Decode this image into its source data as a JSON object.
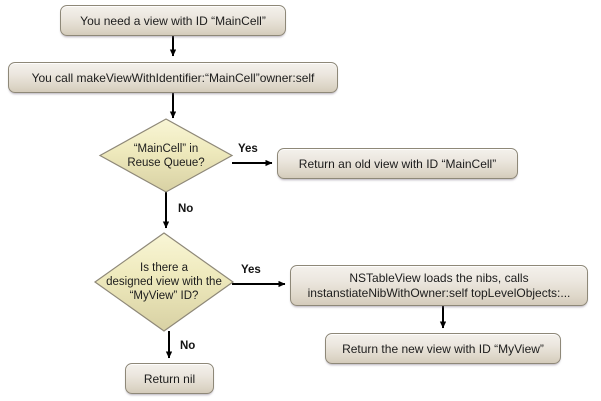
{
  "diagram": {
    "title": "NSTableView makeViewWithIdentifier flow",
    "background_color": "#ffffff",
    "process_fill_top": "#f4f1ec",
    "process_fill_bottom": "#d4cbbb",
    "process_border": "#8e8878",
    "decision_fill_top": "#f7f4cf",
    "decision_fill_bottom": "#d9d2a6",
    "decision_border": "#8e8878",
    "edge_color": "#000000"
  },
  "nodes": {
    "need_view": {
      "label": "You need a view with ID “MainCell”",
      "type": "process"
    },
    "call_make_view": {
      "label": "You call makeViewWithIdentifier:“MainCell”owner:self",
      "type": "process"
    },
    "reuse_queue_decision": {
      "label": "“MainCell” in\nReuse Queue?",
      "type": "decision"
    },
    "return_old_view": {
      "label": "Return an old view with ID “MainCell”",
      "type": "process"
    },
    "designed_view_decision": {
      "label": "Is there a\ndesigned view with the\n“MyView” ID?",
      "type": "decision"
    },
    "loads_nibs": {
      "label": "NSTableView loads the nibs, calls\ninstanstiateNibWithOwner:self topLevelObjects:...",
      "type": "process"
    },
    "return_new_view": {
      "label": "Return the new view with ID “MyView”",
      "type": "process"
    },
    "return_nil": {
      "label": "Return nil",
      "type": "process"
    }
  },
  "edges": {
    "reuse_yes": "Yes",
    "reuse_no": "No",
    "designed_yes": "Yes",
    "designed_no": "No"
  }
}
